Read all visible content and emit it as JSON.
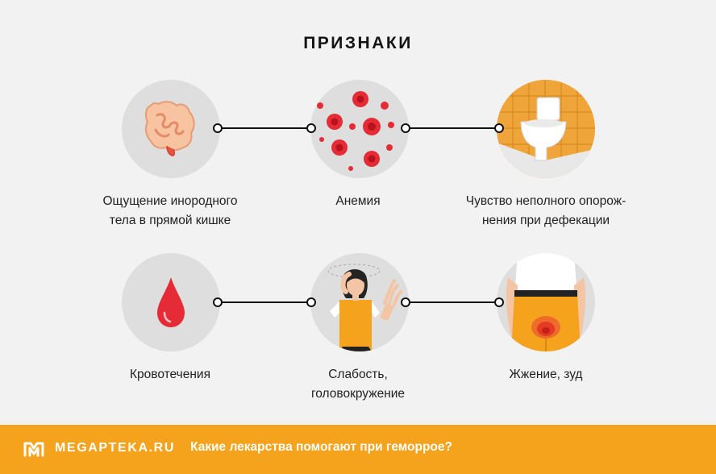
{
  "header": {
    "title": "ПРИЗНАКИ"
  },
  "symptoms": [
    {
      "line1": "Ощущение инородного",
      "line2": "тела в прямой кишке",
      "icon": "intestine-icon"
    },
    {
      "line1": "Анемия",
      "line2": "",
      "icon": "blood-cells-icon"
    },
    {
      "line1": "Чувство неполного опорож-",
      "line2": "нения при дефекации",
      "icon": "toilet-icon"
    },
    {
      "line1": "Кровотечения",
      "line2": "",
      "icon": "blood-drop-icon"
    },
    {
      "line1": "Слабость,",
      "line2": "головокружение",
      "icon": "dizzy-woman-icon"
    },
    {
      "line1": "Жжение, зуд",
      "line2": "",
      "icon": "burning-itch-icon"
    }
  ],
  "footer": {
    "brand": "MEGAPTEKA.RU",
    "link": "Какие лекарства помогают при геморрое?",
    "logo_icon": "megapteka-logo-icon"
  },
  "colors": {
    "accent": "#f5a21d",
    "blood": "#e52b35",
    "circle": "#dedede",
    "background": "#f2f2f2"
  }
}
